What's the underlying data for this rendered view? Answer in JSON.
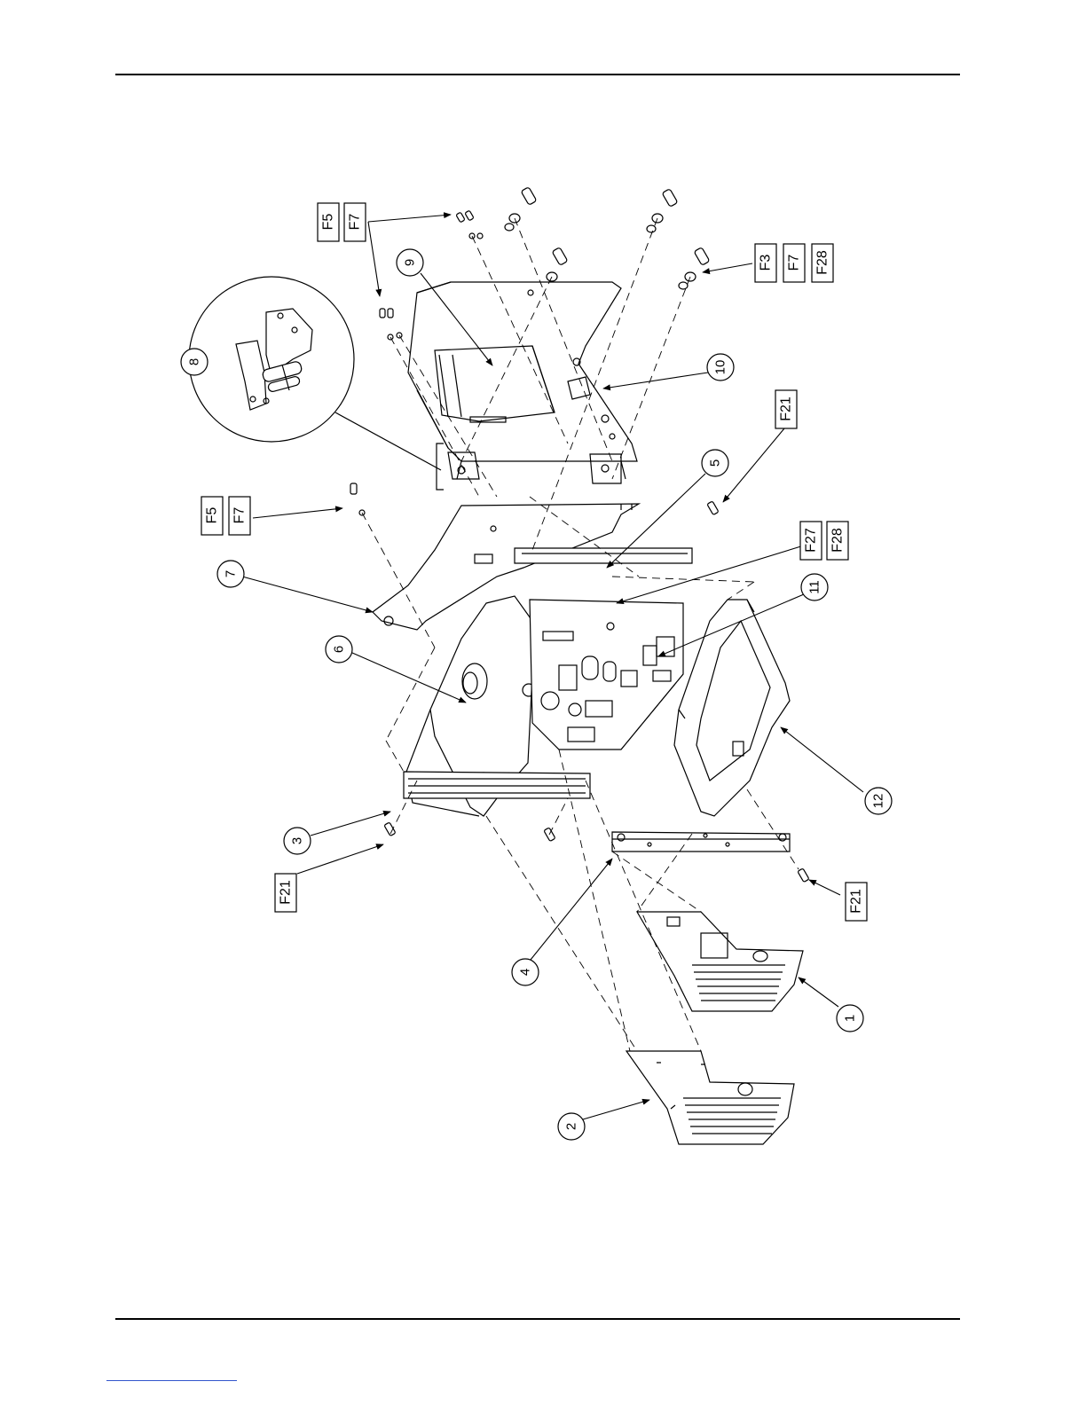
{
  "callouts": [
    {
      "id": "1",
      "label": "1"
    },
    {
      "id": "2",
      "label": "2"
    },
    {
      "id": "3",
      "label": "3"
    },
    {
      "id": "4",
      "label": "4"
    },
    {
      "id": "5",
      "label": "5"
    },
    {
      "id": "6",
      "label": "6"
    },
    {
      "id": "7",
      "label": "7"
    },
    {
      "id": "8",
      "label": "8"
    },
    {
      "id": "9",
      "label": "9"
    },
    {
      "id": "10",
      "label": "10"
    },
    {
      "id": "11",
      "label": "11"
    },
    {
      "id": "12",
      "label": "12"
    }
  ],
  "fastener_labels": {
    "f3": "F3",
    "f5": "F5",
    "f7": "F7",
    "f21": "F21",
    "f27": "F27",
    "f28": "F28"
  },
  "colors": {
    "line": "#000000",
    "link": "#3355cc"
  }
}
